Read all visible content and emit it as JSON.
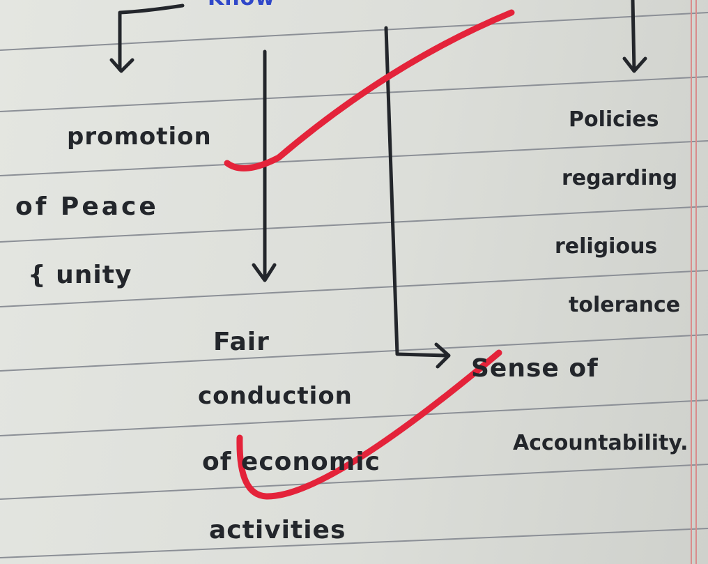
{
  "page": {
    "paper_color": "#dfe1dc",
    "rule_color": "#8b8f96",
    "margin_color": "#d98c8c",
    "ink_color": "#23262b",
    "correction_color": "#e4233a"
  },
  "notes": {
    "top_fragment": "Know",
    "branch_left": {
      "line1": "promotion",
      "line2": "of Peace",
      "line3": "{ unity"
    },
    "branch_middle": {
      "line1": "Fair",
      "line2": "conduction",
      "line3": "of economic",
      "line4": "activities"
    },
    "branch_right": {
      "line1": "Policies",
      "line2": "regarding",
      "line3": "religious",
      "line4": "tolerance"
    },
    "branch_bottom": {
      "line1": "Sense of",
      "line2": "Accountability."
    }
  },
  "marks": {
    "ticks": [
      "tick-mark",
      "tick-mark"
    ]
  }
}
